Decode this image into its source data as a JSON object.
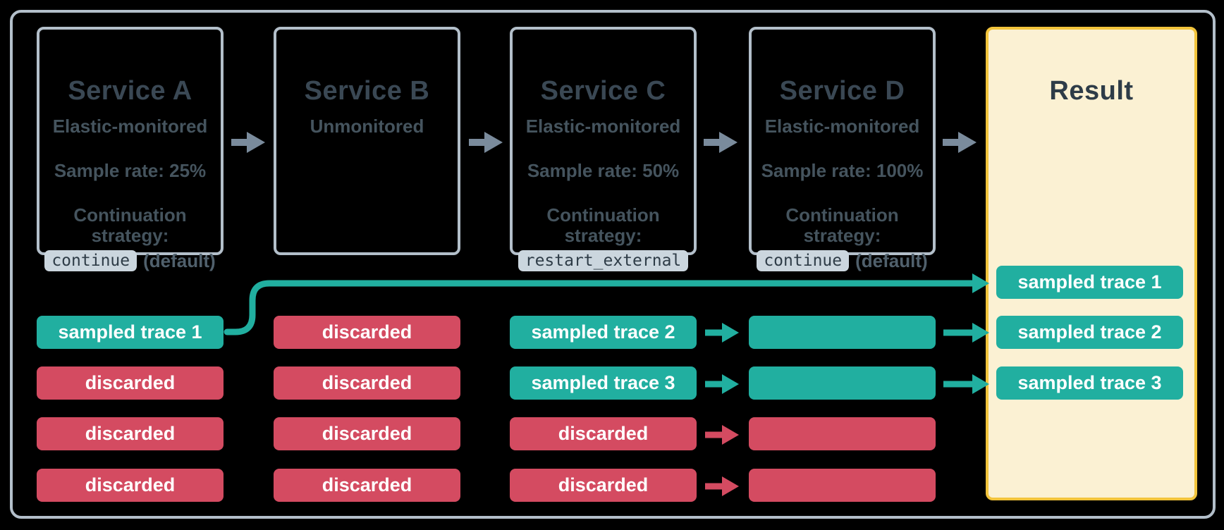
{
  "colors": {
    "background": "#000000",
    "frame_border": "#B3BFCA",
    "service_border": "#B3BFCA",
    "arrow_gray": "#7A8B9C",
    "teal": "#21AFA0",
    "red": "#D44B61",
    "title_text": "#3A4854",
    "body_text": "#45545E",
    "badge_bg": "#CBD6DE",
    "badge_text": "#2E3C47",
    "default_text": "#50606C",
    "result_border": "#F2C43C",
    "result_bg": "#FBF1D3",
    "result_title_text": "#2E3C48",
    "trace_text": "#FFFFFF"
  },
  "services": [
    {
      "title": "Service A",
      "monitoring": "Elastic-monitored",
      "sample_rate": "Sample rate: 25%",
      "strategy_line1": "Continuation",
      "strategy_line2": "strategy:",
      "badge": "continue",
      "badge_suffix": "(default)"
    },
    {
      "title": "Service B",
      "monitoring": "Unmonitored"
    },
    {
      "title": "Service C",
      "monitoring": "Elastic-monitored",
      "sample_rate": "Sample rate: 50%",
      "strategy_line1": "Continuation",
      "strategy_line2": "strategy:",
      "badge": "restart_external"
    },
    {
      "title": "Service D",
      "monitoring": "Elastic-monitored",
      "sample_rate": "Sample rate: 100%",
      "strategy_line1": "Continuation",
      "strategy_line2": "strategy:",
      "badge": "continue",
      "badge_suffix": "(default)"
    }
  ],
  "columns": [
    {
      "traces": [
        {
          "label": "sampled trace 1",
          "kind": "sampled"
        },
        {
          "label": "discarded",
          "kind": "discarded"
        },
        {
          "label": "discarded",
          "kind": "discarded"
        },
        {
          "label": "discarded",
          "kind": "discarded"
        }
      ]
    },
    {
      "traces": [
        {
          "label": "discarded",
          "kind": "discarded"
        },
        {
          "label": "discarded",
          "kind": "discarded"
        },
        {
          "label": "discarded",
          "kind": "discarded"
        },
        {
          "label": "discarded",
          "kind": "discarded"
        }
      ]
    },
    {
      "traces": [
        {
          "label": "sampled trace 2",
          "kind": "sampled"
        },
        {
          "label": "sampled trace 3",
          "kind": "sampled"
        },
        {
          "label": "discarded",
          "kind": "discarded"
        },
        {
          "label": "discarded",
          "kind": "discarded"
        }
      ]
    },
    {
      "traces": [
        {
          "label": "",
          "kind": "sampled"
        },
        {
          "label": "",
          "kind": "sampled"
        },
        {
          "label": "",
          "kind": "discarded"
        },
        {
          "label": "",
          "kind": "discarded"
        }
      ]
    }
  ],
  "result": {
    "title": "Result",
    "traces": [
      "sampled trace 1",
      "sampled trace 2",
      "sampled trace 3"
    ]
  }
}
